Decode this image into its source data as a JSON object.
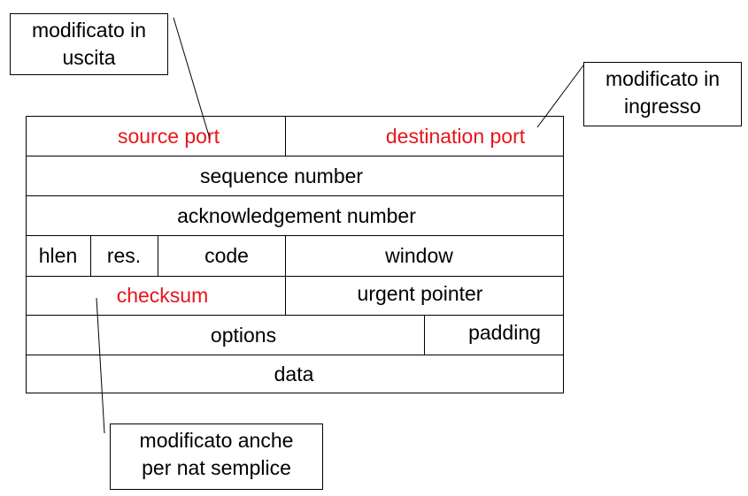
{
  "callouts": {
    "top_left": [
      "modificato in",
      "uscita"
    ],
    "top_right": [
      "modificato in",
      "ingresso"
    ],
    "bottom": [
      "modificato anche",
      "per nat semplice"
    ]
  },
  "fields": {
    "source_port": "source port",
    "destination_port": "destination port",
    "sequence_number": "sequence number",
    "acknowledgement_number": "acknowledgement number",
    "hlen": "hlen",
    "res": "res.",
    "code": "code",
    "window": "window",
    "checksum": "checksum",
    "urgent_pointer": "urgent pointer",
    "options": "options",
    "padding": "padding",
    "data": "data"
  },
  "colors": {
    "modified_field": "#e8141b",
    "normal_field": "#000000",
    "lines": "#000000"
  }
}
